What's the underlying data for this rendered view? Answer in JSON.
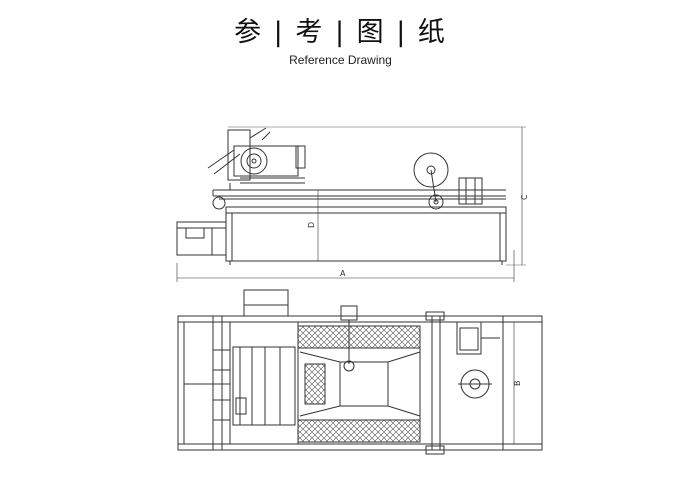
{
  "header": {
    "title": "参 | 考 | 图 | 纸",
    "subtitle": "Reference Drawing"
  },
  "dimensions": {
    "a": "A",
    "b": "B",
    "c": "C",
    "d": "D"
  }
}
